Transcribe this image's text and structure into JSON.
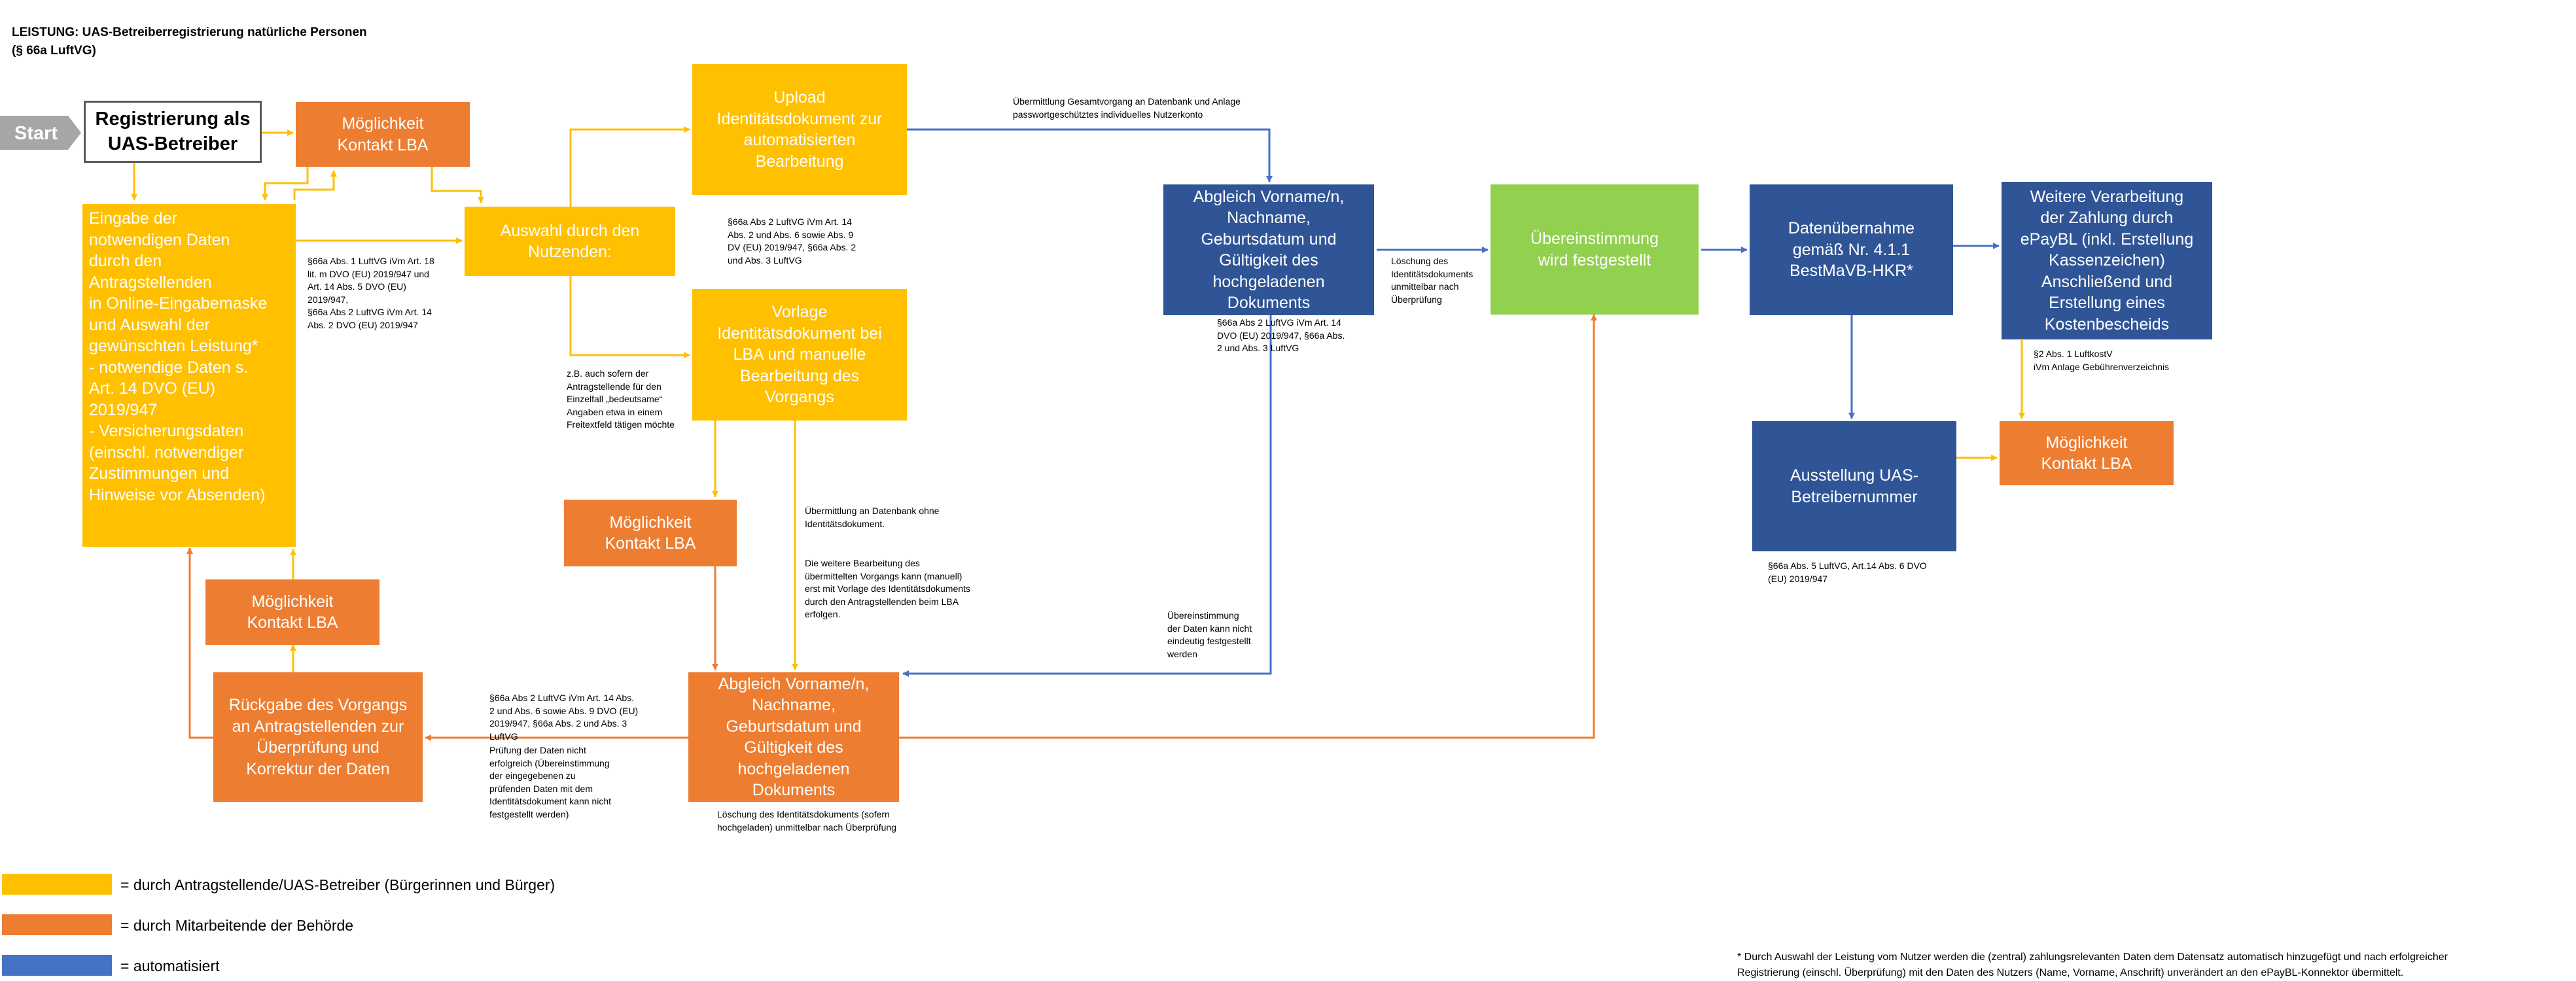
{
  "title": "LEISTUNG: UAS-Betreiberregistrierung natürliche Personen\n(§ 66a LuftVG)",
  "start": "Start",
  "colors": {
    "yellow": "#FFC000",
    "orange": "#ED7D31",
    "blue": "#2F5597",
    "green": "#92D050",
    "arrow_yellow": "#FFC000",
    "arrow_orange": "#ED7D31",
    "arrow_blue": "#4472C4",
    "start_gray": "#A6A6A6"
  },
  "nodes": {
    "registrierung": "Registrierung als\nUAS-Betreiber",
    "kontakt1": "Möglichkeit\nKontakt LBA",
    "eingabe": "Eingabe der\nnotwendigen Daten\ndurch den\nAntragstellenden\nin Online-Eingabemaske\nund Auswahl der\ngewünschten Leistung*\n- notwendige Daten s.\nArt. 14 DVO (EU)\n2019/947\n- Versicherungsdaten\n(einschl. notwendiger\nZustimmungen und\nHinweise vor Absenden)",
    "auswahl": "Auswahl durch den\nNutzenden:",
    "upload": "Upload\nIdentitätsdokument zur\nautomatisierten\nBearbeitung",
    "vorlage": "Vorlage\nIdentitätsdokument bei\nLBA und manuelle\nBearbeitung des\nVorgangs",
    "kontakt_mid": "Möglichkeit\nKontakt LBA",
    "kontakt_left": "Möglichkeit\nKontakt LBA",
    "rueckgabe": "Rückgabe des Vorgangs\nan Antragstellenden zur\nÜberprüfung und\nKorrektur der Daten",
    "abgleich_manuell": "Abgleich Vorname/n,\nNachname,\nGeburtsdatum und\nGültigkeit des\nhochgeladenen\nDokuments",
    "abgleich_auto": "Abgleich Vorname/n,\nNachname,\nGeburtsdatum und\nGültigkeit des\nhochgeladenen\nDokuments",
    "uebereinstimmung": "Übereinstimmung\nwird festgestellt",
    "datenuebernahme": "Datenübernahme\ngemäß Nr. 4.1.1\nBestMaVB-HKR*",
    "ausstellung": "Ausstellung UAS-\nBetreibernummer",
    "weitere": "Weitere Verarbeitung\nder Zahlung durch\nePayBL (inkl. Erstellung\nKassenzeichen)\nAnschließend und\nErstellung eines\nKostenbescheids",
    "kontakt_right": "Möglichkeit\nKontakt LBA"
  },
  "notes": {
    "eingabe_ref": "§66a Abs. 1 LuftVG iVm Art. 18\nlit. m DVO (EU) 2019/947 und\nArt. 14 Abs. 5 DVO (EU)\n2019/947,\n§66a Abs 2 LuftVG iVm Art. 14\nAbs. 2 DVO (EU) 2019/947",
    "upload_ref": "§66a Abs 2 LuftVG iVm Art. 14\nAbs. 2 und Abs. 6 sowie Abs. 9\nDV  (EU) 2019/947, §66a Abs. 2\nund Abs. 3 LuftVG",
    "vorlage_note": "z.B. auch sofern der\nAntragstellende für den\nEinzelfall „bedeutsame“\nAngaben etwa in einem\nFreitextfeld tätigen möchte",
    "uebermittlung_gesamt": "Übermittlung Gesamtvorgang  an Datenbank und Anlage\npasswortgeschütztes individuelles Nutzerkonto",
    "uebermittlung_ohne": "Übermittlung an Datenbank ohne\nIdentitätsdokument.",
    "weitere_bearbeitung": "Die weitere Bearbeitung des\nübermittelten Vorgangs kann (manuell)\nerst mit Vorlage des Identitätsdokuments\ndurch den Antragstellenden beim LBA\nerfolgen.",
    "abgleich_auto_ref": "§66a Abs 2 LuftVG iVm Art. 14\nDVO (EU) 2019/947, §66a Abs.\n2 und Abs. 3 LuftVG",
    "loeschung_auto": "Löschung des\nIdentitätsdokuments\nunmittelbar nach\nÜberprüfung",
    "keine_uebereinstimmung": "Übereinstimmung\nder Daten kann nicht\neindeutig festgestellt\nwerden",
    "rueckgabe_ref": "§66a Abs 2 LuftVG iVm Art. 14 Abs.\n2 und Abs. 6 sowie Abs. 9 DVO (EU)\n2019/947, §66a Abs. 2 und Abs. 3\nLuftVG",
    "pruefung_fehler": "Prüfung der Daten nicht\nerfolgreich (Übereinstimmung\nder eingegebenen zu\nprüfenden Daten mit dem\nIdentitätsdokument kann nicht\nfestgestellt werden)",
    "loeschung_manuell": "Löschung des Identitätsdokuments (sofern\nhochgeladen) unmittelbar nach Überprüfung",
    "ausstellung_ref": "§66a Abs. 5 LuftVG, Art.14 Abs. 6 DVO\n(EU) 2019/947",
    "kosten_ref": "§2 Abs. 1 LuftkostV\niVm Anlage Gebührenverzeichnis"
  },
  "legend": [
    {
      "color": "#FFC000",
      "label": "= durch Antragstellende/UAS-Betreiber (Bürgerinnen und Bürger)"
    },
    {
      "color": "#ED7D31",
      "label": "= durch Mitarbeitende der Behörde"
    },
    {
      "color": "#4472C4",
      "label": "= automatisiert"
    }
  ],
  "footnote": "* Durch Auswahl der Leistung vom Nutzer werden die (zentral) zahlungsrelevanten Daten dem Datensatz automatisch hinzugefügt und nach erfolgreicher\nRegistrierung  (einschl. Überprüfung) mit den Daten des Nutzers (Name, Vorname, Anschrift) unverändert an den ePayBL-Konnektor übermittelt."
}
